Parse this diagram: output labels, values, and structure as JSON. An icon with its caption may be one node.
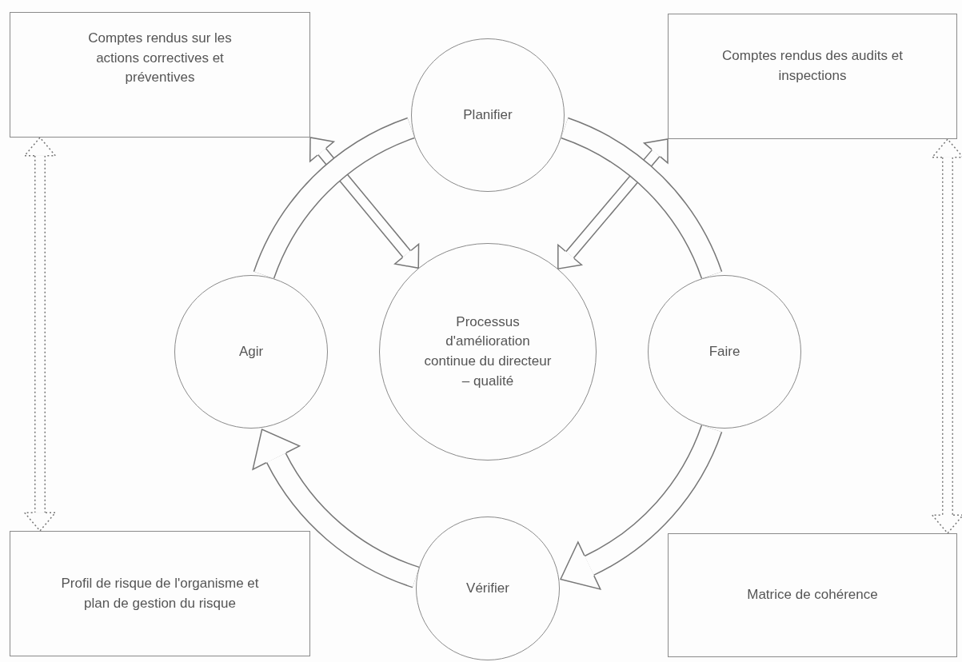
{
  "diagram": {
    "nodes": [
      {
        "text": [
          "Comptes rendus sur les actions correctives et préventives"
        ]
      },
      {
        "text": [
          "Planifier"
        ]
      },
      {
        "text": [
          "Comptes rendus des audits et inspections"
        ]
      },
      {
        "text": [
          "Agir"
        ]
      },
      {
        "text": [
          "Processus d'amélioration continue du directeur – qualité"
        ]
      },
      {
        "text": [
          "Faire"
        ]
      },
      {
        "text": [
          "Profil de risque de l'organisme et plan de gestion du risque"
        ]
      },
      {
        "text": [
          "Vérifier"
        ]
      },
      {
        "text": [
          "Matrice de cohérence"
        ]
      }
    ],
    "edges": [
      {
        "from": 0,
        "to": 4,
        "arrow": "both"
      },
      {
        "from": 2,
        "to": 4,
        "arrow": "both"
      },
      {
        "from": 1,
        "to": 5,
        "arrow": "none",
        "style": "thick"
      },
      {
        "from": 5,
        "to": 7,
        "arrow": "to",
        "style": "thick"
      },
      {
        "from": 7,
        "to": 3,
        "arrow": "to",
        "style": "thick"
      },
      {
        "from": 3,
        "to": 1,
        "arrow": "none",
        "style": "thick"
      },
      {
        "from": 0,
        "to": 6,
        "arrow": "both",
        "style": "dashed"
      },
      {
        "from": 2,
        "to": 8,
        "arrow": "both",
        "style": "dashed"
      }
    ]
  }
}
